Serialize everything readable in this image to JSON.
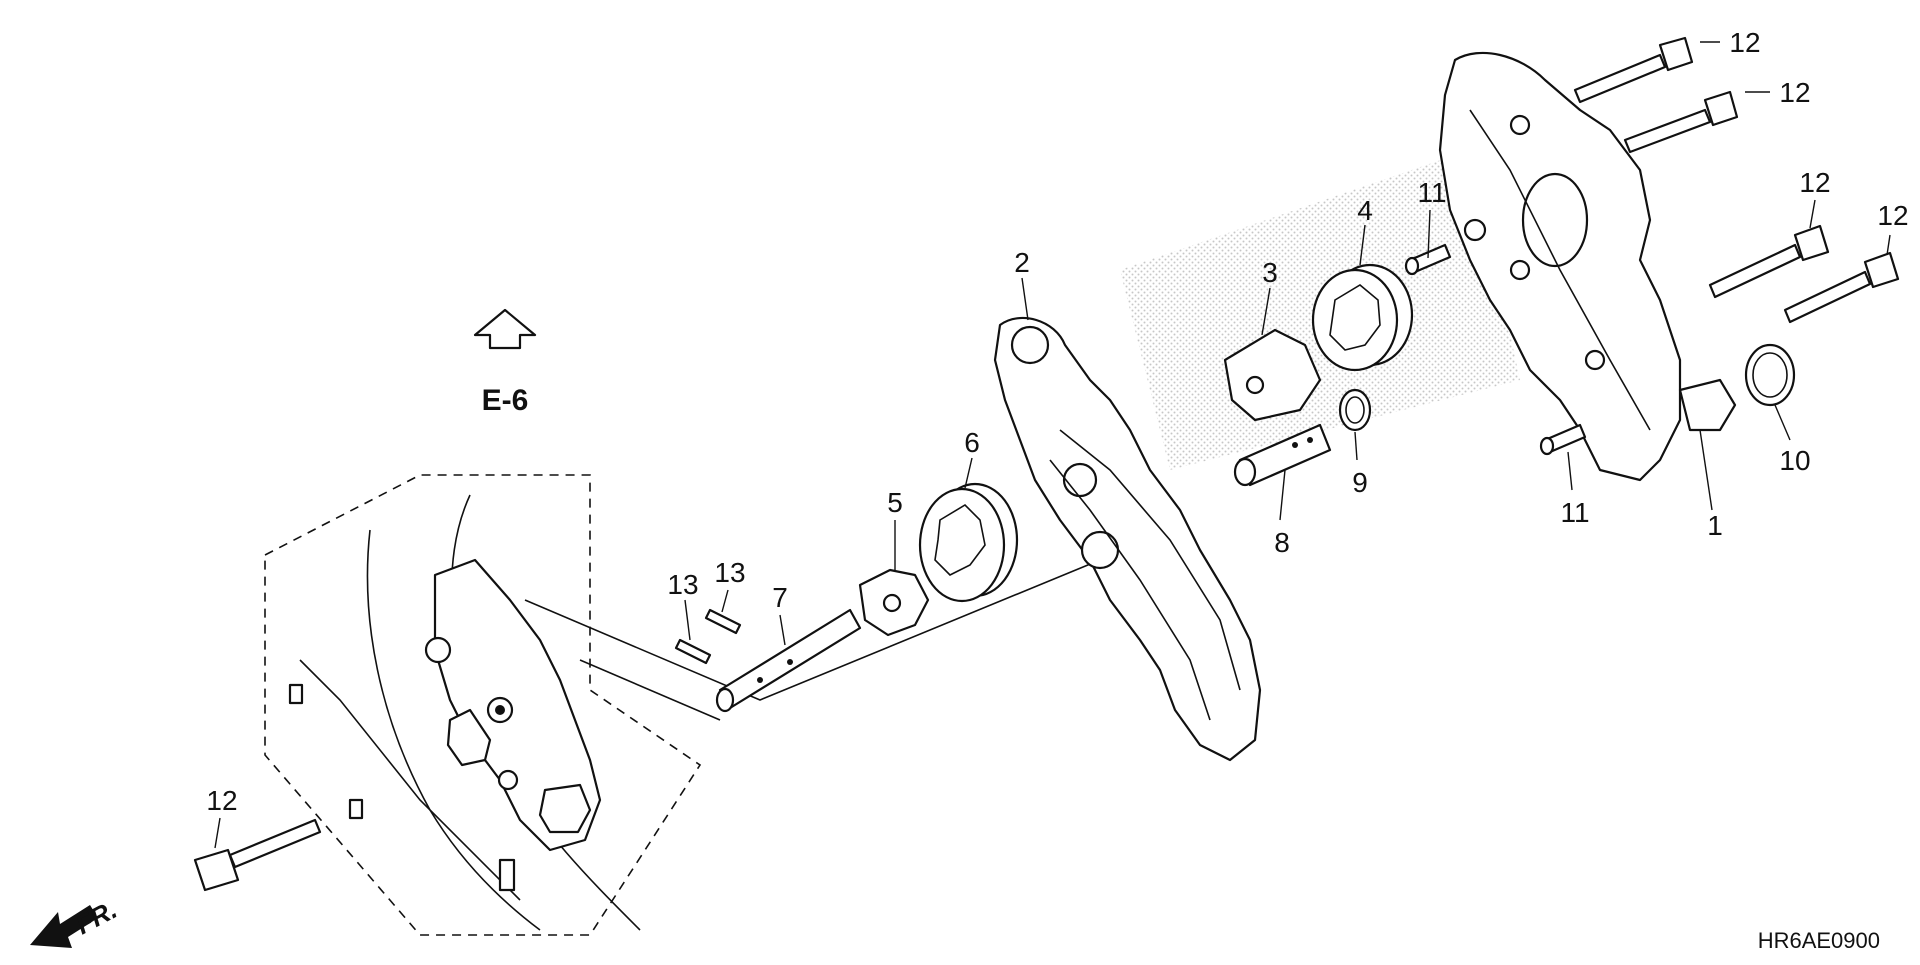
{
  "diagram": {
    "ref_label": "E-6",
    "direction_label": "FR.",
    "diagram_code": "HR6AE0900",
    "callouts": {
      "c1": "1",
      "c2": "2",
      "c3": "3",
      "c4": "4",
      "c5": "5",
      "c6": "6",
      "c7": "7",
      "c8": "8",
      "c9": "9",
      "c10": "10",
      "c11a": "11",
      "c11b": "11",
      "c12a": "12",
      "c12b": "12",
      "c12c": "12",
      "c12d": "12",
      "c12e": "12",
      "c13a": "13",
      "c13b": "13"
    }
  }
}
